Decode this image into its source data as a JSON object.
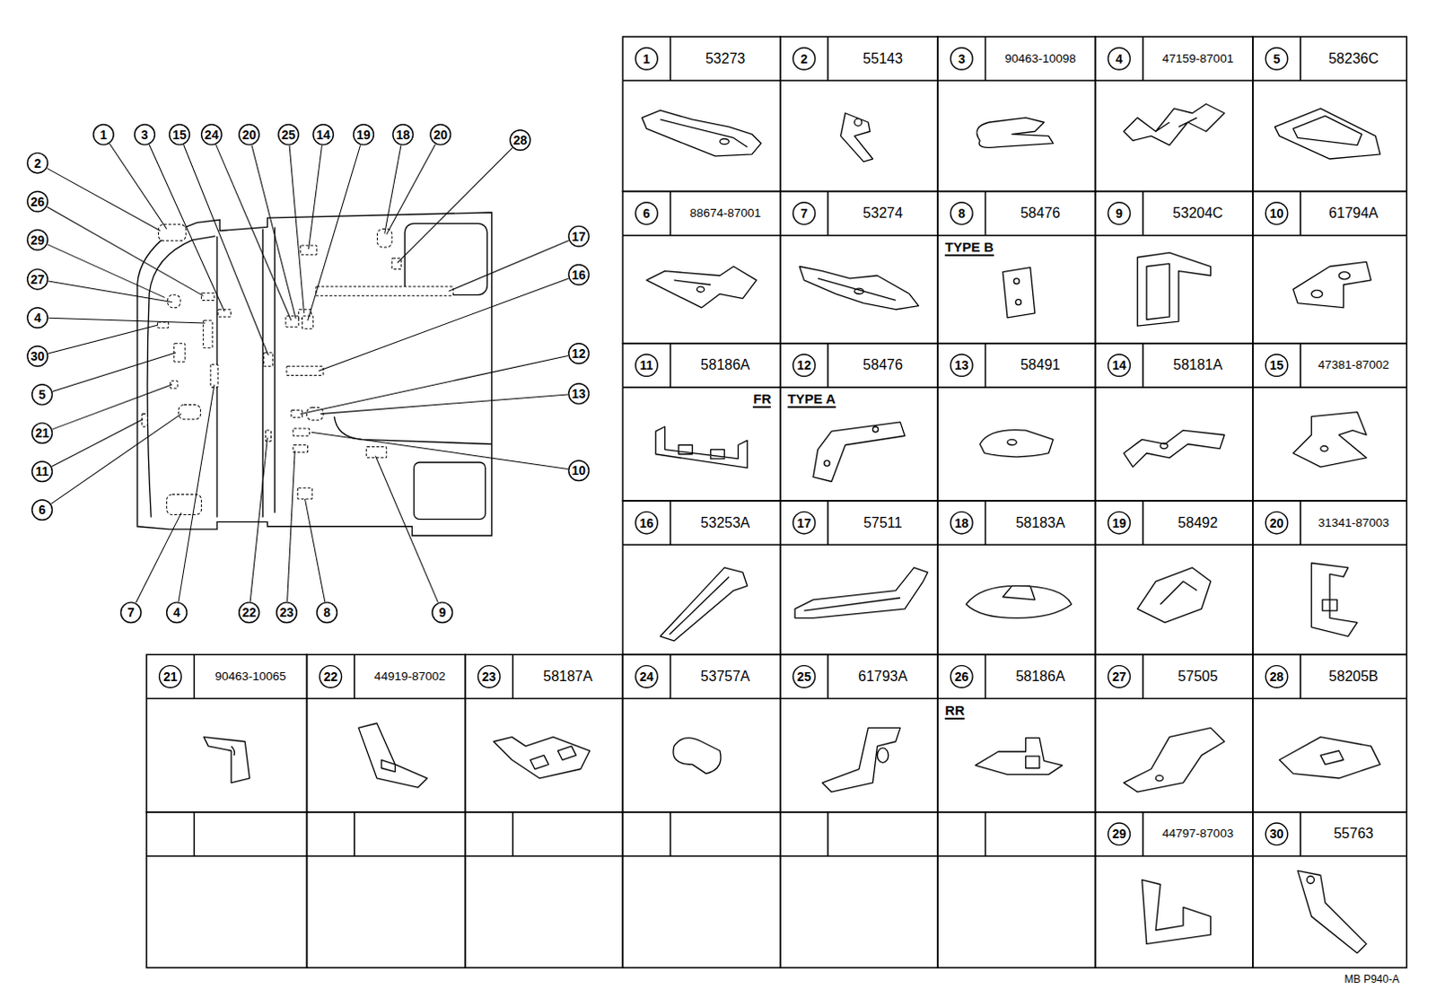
{
  "diagram": {
    "labels": [
      "1",
      "3",
      "15",
      "24",
      "20",
      "25",
      "14",
      "19",
      "18",
      "20",
      "28",
      "2",
      "26",
      "29",
      "27",
      "4",
      "30",
      "5",
      "21",
      "11",
      "6",
      "17",
      "16",
      "12",
      "13",
      "10",
      "7",
      "4",
      "22",
      "23",
      "8",
      "9",
      "1",
      "53273",
      "2",
      "55143",
      "3",
      "90463-10098",
      "4",
      "47159-87001",
      "5",
      "58236C",
      "6",
      "88674-87001",
      "7",
      "53274",
      "8",
      "58476",
      "TYPE B",
      "9",
      "53204C",
      "10",
      "61794A",
      "11",
      "58186A",
      "FR",
      "12",
      "58476",
      "TYPE A",
      "13",
      "58491",
      "14",
      "58181A",
      "15",
      "47381-87002",
      "16",
      "53253A",
      "17",
      "57511",
      "18",
      "58183A",
      "19",
      "58492",
      "20",
      "31341-87003",
      "21",
      "90463-10065",
      "22",
      "44919-87002",
      "23",
      "58187A",
      "24",
      "53757A",
      "25",
      "61793A",
      "26",
      "58186A",
      "RR",
      "27",
      "57505",
      "28",
      "58205B",
      "29",
      "44797-87003",
      "30",
      "55763",
      "MB P940-A"
    ]
  }
}
